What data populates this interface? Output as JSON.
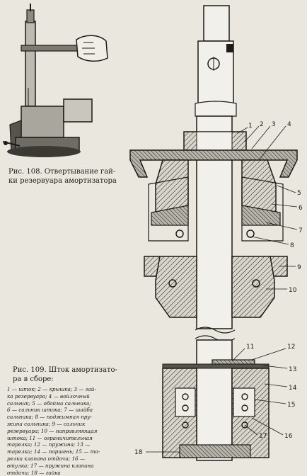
{
  "fig108": {
    "line1": "Рис. 108. Отвертывание гай-",
    "line2": "ки резервуара амортизатора"
  },
  "fig109": {
    "line1": "Рис. 109. Шток амортизато-",
    "line2": "ра в сборе:",
    "legend": [
      "1 — шток; 2 — крышка; 3 — гай-",
      "ка резервуара; 4 — войлочный",
      "сальник; 5 — обойма сальника;",
      "6 — сальник штока; 7 — шайба",
      "сальника; 8 — поджимная пру-",
      "жина сальника; 9 — сальник",
      "резервуара; 10 — направляющая",
      "штока; 11 — ограничительная",
      "тарелка; 12 — пружина; 13 —",
      "тарелка; 14 — поршень; 15 — та-",
      "релка клапана отдачи; 16 —",
      "втулка; 17 — пружина клапана",
      "отдачи; 18 — гайка"
    ],
    "callouts": [
      "1",
      "2",
      "3",
      "4",
      "5",
      "6",
      "7",
      "8",
      "9",
      "10",
      "11",
      "12",
      "13",
      "14",
      "15",
      "16",
      "17",
      "18"
    ]
  }
}
